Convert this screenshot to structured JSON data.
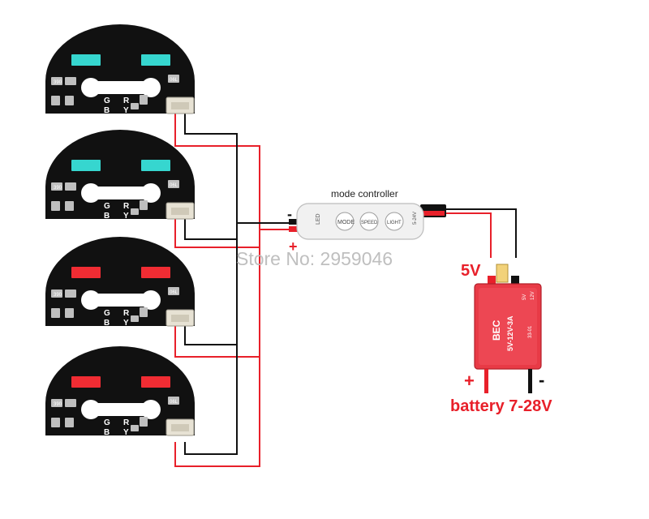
{
  "controller": {
    "title": "mode controller",
    "buttons": [
      "LED",
      "MODE",
      "SPEED",
      "LIGHT"
    ],
    "side_label": "5-24V",
    "minus": "-",
    "plus": "+"
  },
  "bec": {
    "voltage_out": "5V",
    "title": "BEC",
    "spec": "5V-12V-3A",
    "pads": [
      "5V",
      "12V"
    ],
    "model": "33-01",
    "plus": "+",
    "minus": "-",
    "battery_label": "battery 7-28V"
  },
  "boards": [
    {
      "led_color": "#36d6cf",
      "resistor": "390",
      "resistor2": "06L",
      "pads": [
        "G",
        "R",
        "B",
        "Y"
      ]
    },
    {
      "led_color": "#36d6cf",
      "resistor": "390",
      "resistor2": "06L",
      "pads": [
        "G",
        "R",
        "B",
        "Y"
      ]
    },
    {
      "led_color": "#f02c33",
      "resistor": "390",
      "resistor2": "06L",
      "pads": [
        "G",
        "R",
        "B",
        "Y"
      ]
    },
    {
      "led_color": "#f02c33",
      "resistor": "390",
      "resistor2": "06L",
      "pads": [
        "G",
        "R",
        "B",
        "Y"
      ]
    }
  ],
  "watermark": "Store No: 2959046",
  "colors": {
    "wire_red": "#e8202a",
    "wire_black": "#111111",
    "label_red": "#e8202a",
    "pcb": "#111111"
  }
}
